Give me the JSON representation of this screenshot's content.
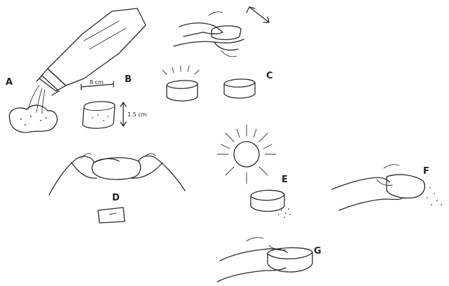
{
  "labels": {
    "a": "A",
    "b": "B",
    "c": "C",
    "d": "D",
    "e": "E",
    "f": "F",
    "g": "G"
  },
  "dimensions": {
    "width": "8 cm",
    "height": "1.5 cm"
  }
}
